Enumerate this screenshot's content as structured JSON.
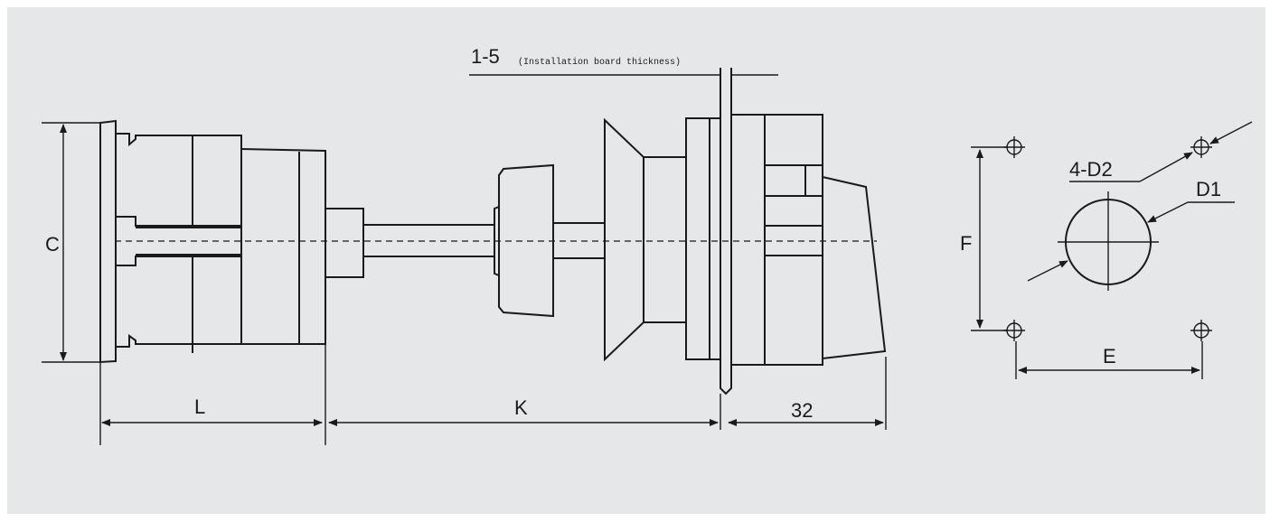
{
  "labels": {
    "C": "C",
    "L": "L",
    "K": "K",
    "dim32": "32",
    "F": "F",
    "E": "E",
    "holes": "4-D2",
    "center_hole": "D1",
    "board_range": "1-5",
    "board_note": "(Installation board thickness)"
  },
  "colors": {
    "background": "#e6e7e9",
    "line": "#1a1a1a"
  }
}
